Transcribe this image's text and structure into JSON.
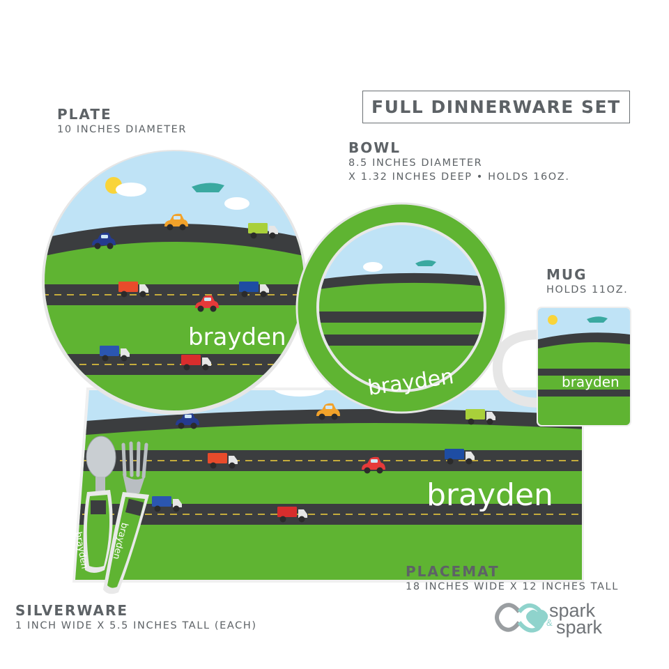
{
  "header": {
    "set_title": "FULL DINNERWARE SET"
  },
  "plate": {
    "title": "PLATE",
    "size": "10 INCHES DIAMETER",
    "name": "brayden"
  },
  "bowl": {
    "title": "BOWL",
    "size_line1": "8.5 INCHES DIAMETER",
    "size_line2": "X 1.32 INCHES DEEP • HOLDS 16OZ.",
    "name": "brayden"
  },
  "mug": {
    "title": "MUG",
    "size": "HOLDS 11OZ.",
    "name": "brayden"
  },
  "placemat": {
    "title": "PLACEMAT",
    "size": "18 INCHES WIDE X 12 INCHES TALL",
    "name": "brayden"
  },
  "silverware": {
    "title": "SILVERWARE",
    "size": "1 INCH WIDE X 5.5 INCHES TALL (EACH)",
    "name": "brayden"
  },
  "brand": {
    "line1": "spark",
    "amp": "&",
    "line2": "spark"
  },
  "colors": {
    "grass": "#5fb432",
    "road": "#3b3d3f",
    "sky": "#bfe3f6",
    "text": "#5d6266",
    "logo_teal": "#8fd3cc",
    "logo_gray": "#9a9ea1"
  }
}
